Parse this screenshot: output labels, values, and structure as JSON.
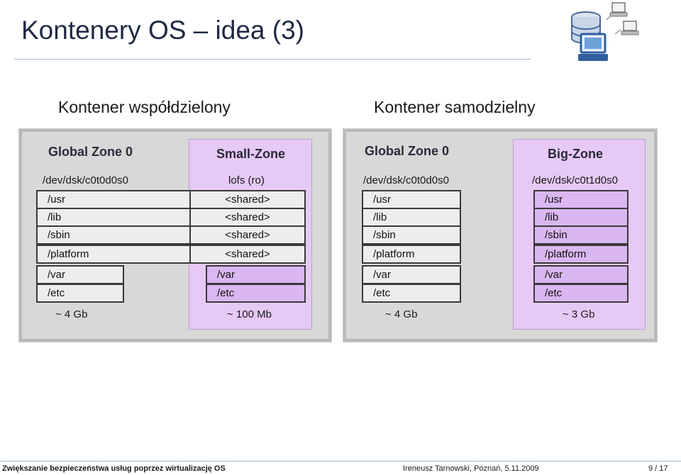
{
  "slide": {
    "title": "Kontenery OS – idea (3)"
  },
  "headings": {
    "shared": "Kontener   współdzielony",
    "standalone": "Kontener samodzielny"
  },
  "left_diagram": {
    "global_zone": {
      "title": "Global Zone 0",
      "device": "/dev/dsk/c0t0d0s0",
      "rows": [
        "/usr",
        "/lib",
        "/sbin",
        "/platform",
        "/var",
        "/etc"
      ],
      "size": "~ 4 Gb"
    },
    "small_zone": {
      "title": "Small-Zone",
      "mount": "lofs (ro)",
      "shared": [
        "<shared>",
        "<shared>",
        "<shared>",
        "<shared>"
      ],
      "own": [
        "/var",
        "/etc"
      ],
      "size": "~ 100 Mb"
    }
  },
  "right_diagram": {
    "global_zone": {
      "title": "Global Zone 0",
      "device": "/dev/dsk/c0t0d0s0",
      "rows": [
        "/usr",
        "/lib",
        "/sbin",
        "/platform",
        "/var",
        "/etc"
      ],
      "size": "~ 4 Gb"
    },
    "big_zone": {
      "title": "Big-Zone",
      "device": "/dev/dsk/c0t1d0s0",
      "rows": [
        "/usr",
        "/lib",
        "/sbin",
        "/platform",
        "/var",
        "/etc"
      ],
      "size": "~ 3 Gb"
    }
  },
  "footer": {
    "left": "Zwiększanie bezpieczeństwa usług poprzez wirtualizację OS",
    "center": "Ireneusz Tarnowski,  Poznań, 5.11.2009",
    "page": "9 / 17"
  },
  "icons": [
    "database-icon",
    "computer-icon"
  ],
  "colors": {
    "zone_fill": "#e6c9f5",
    "cell_purple": "#d9b7f0",
    "panel_grey": "#d8d8d8",
    "title_text": "#1f2a44"
  }
}
